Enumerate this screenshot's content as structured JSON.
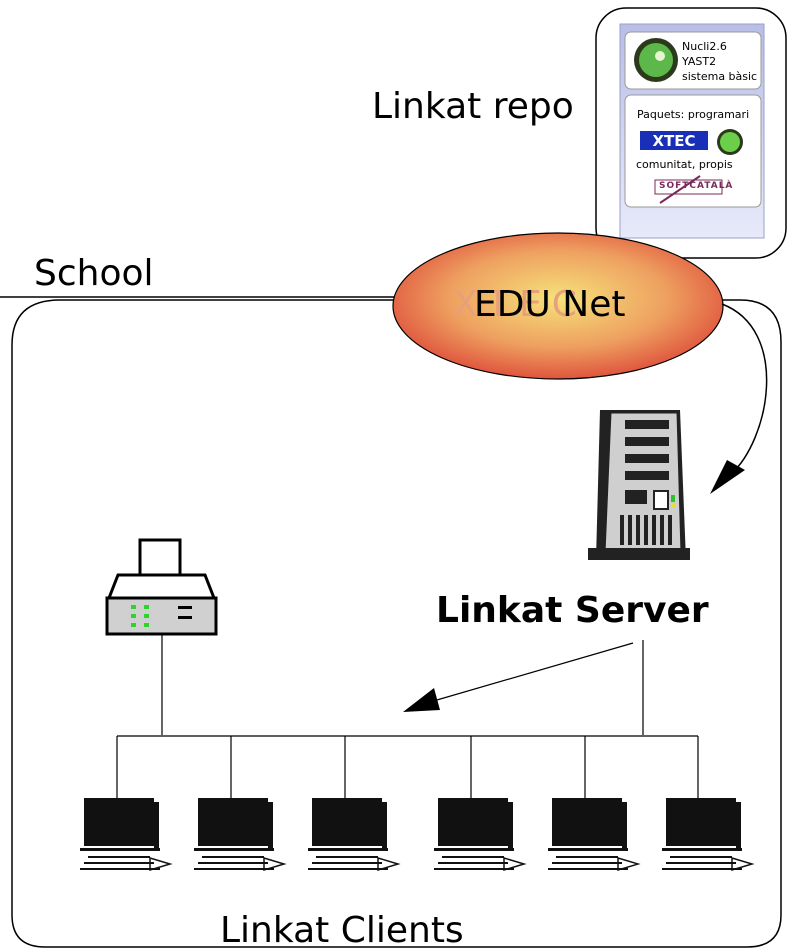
{
  "labels": {
    "school": "School",
    "repo": "Linkat repo",
    "edunet": "EDU Net",
    "edunet_ghost": "XTEC",
    "server": "Linkat Server",
    "clients": "Linkat Clients"
  },
  "repo_box": {
    "top_lines": [
      "Nucli2.6",
      "YAST2",
      "sistema bàsic"
    ],
    "packages_title": "Paquets: programari",
    "xtec_logo": "XTEC",
    "community_text": "comunitat, propis",
    "softcatala_logo": "SOFTCATALÀ"
  },
  "colors": {
    "cloud_inner": "#f4d86a",
    "cloud_outer": "#e0483c",
    "repo_panel": "#cfd4ef",
    "monitor": "#111111"
  },
  "clients_count": 6
}
